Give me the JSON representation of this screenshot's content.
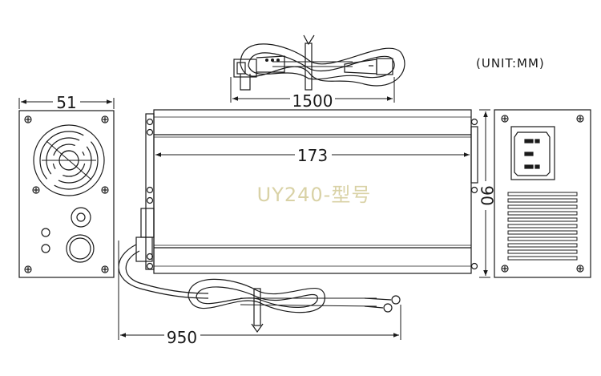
{
  "unit_label": "(UNIT:MM)",
  "model_label": "UY240-型号",
  "dimensions": {
    "cable_ac_length": "1500",
    "side_width": "51",
    "body_length": "173",
    "height": "90",
    "cable_dc_length": "950"
  },
  "colors": {
    "line": "#1a1a1a",
    "model_text": "#d9d2a6"
  }
}
